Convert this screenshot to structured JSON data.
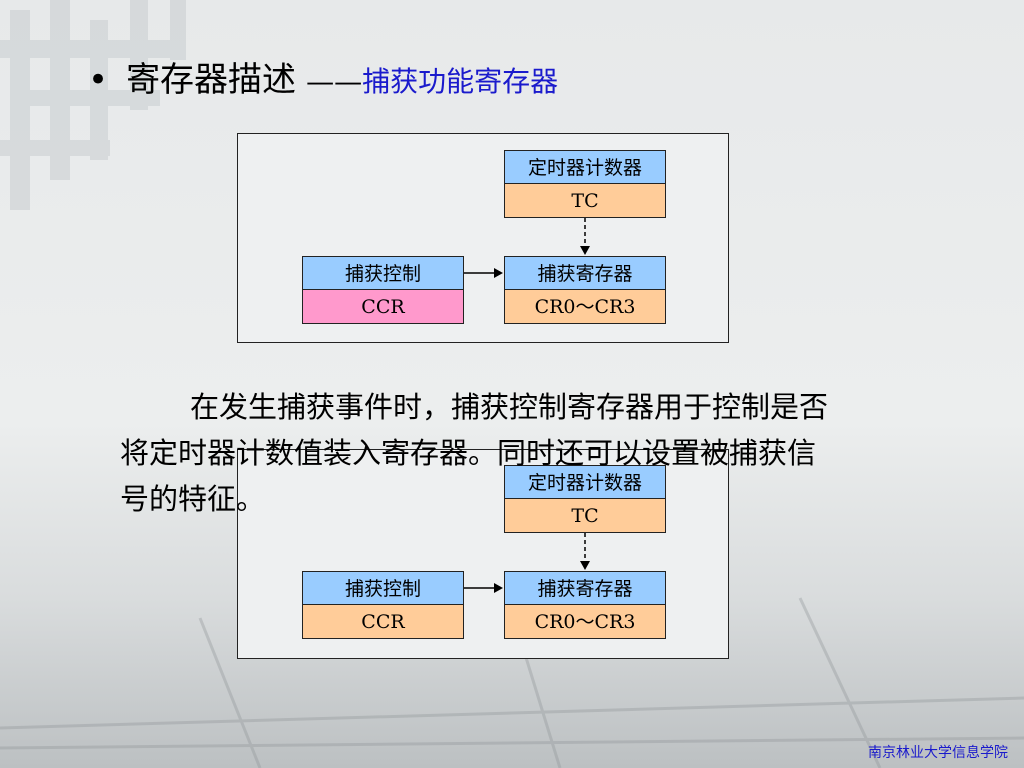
{
  "slide": {
    "title_main": "寄存器描述",
    "title_dash": "——",
    "title_sub": "捕获功能寄存器",
    "bullet": "•"
  },
  "diagram_top": {
    "timer": {
      "name": "定时器计数器",
      "abbr": "TC"
    },
    "capture_control": {
      "name": "捕获控制",
      "abbr": "CCR"
    },
    "capture_register": {
      "name": "捕获寄存器",
      "abbr": "CR0～CR3"
    }
  },
  "paragraph": {
    "line1": "在发生捕获事件时，捕获控制寄存器用于控制是否",
    "line2": "将定时器计数值装入寄存器。同时还可以设置被捕获信",
    "line3": "号的特征。"
  },
  "diagram_bottom": {
    "timer": {
      "name": "定时器计数器",
      "abbr": "TC"
    },
    "capture_control": {
      "name": "捕获控制",
      "abbr": "CCR"
    },
    "capture_register": {
      "name": "捕获寄存器",
      "abbr": "CR0～CR3"
    }
  },
  "footer": {
    "text": "南京林业大学信息学院"
  },
  "colors": {
    "header_blue": "#99ccff",
    "value_orange": "#ffcc99",
    "highlight_pink": "#ff99cc",
    "title_accent": "#1a1acc"
  }
}
